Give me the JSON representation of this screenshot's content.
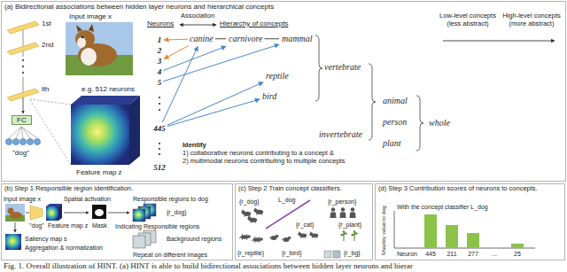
{
  "diagram": {
    "caption": "Fig. 1. Overall illustration of HINT. (a) HINT is able to build bidirectional associations between hidden layer neurons and hierar",
    "nodes": [
      {
        "text": [
          "(a) Bidirectional associations between hidden layer neurons and hierarchical concepts"
        ]
      },
      {
        "text": [
          "FC"
        ],
        "in": 0
      },
      {
        "text": [
          "1"
        ],
        "in": 0
      },
      {
        "text": [
          "2"
        ],
        "in": 0
      },
      {
        "text": [
          "3"
        ],
        "in": 0
      },
      {
        "text": [
          "4"
        ],
        "in": 0
      },
      {
        "text": [
          "5"
        ],
        "in": 0
      },
      {
        "text": [
          "445"
        ],
        "in": 0
      },
      {
        "text": [
          "512"
        ],
        "in": 0
      },
      {
        "text": [
          "canine"
        ],
        "in": 0
      },
      {
        "text": [
          "carnivore"
        ],
        "in": 0
      },
      {
        "text": [
          "mammal"
        ],
        "in": 0
      },
      {
        "text": [
          "reptile"
        ],
        "in": 0
      },
      {
        "text": [
          "bird"
        ],
        "in": 0
      },
      {
        "text": [
          "vertebrate"
        ],
        "in": 0
      },
      {
        "text": [
          "invertebrate"
        ],
        "in": 0
      },
      {
        "text": [
          "animal"
        ],
        "in": 0
      },
      {
        "text": [
          "person"
        ],
        "in": 0
      },
      {
        "text": [
          "plant"
        ],
        "in": 0
      },
      {
        "text": [
          "whole"
        ],
        "in": 0
      },
      {
        "text": [
          "(b) Step 1 Responsible region identification."
        ]
      },
      {
        "text": [
          "(c) Step 2 Train concept classifiers."
        ]
      },
      {
        "text": [
          "(d) Step 3 Contribution scores of neurons to concepts."
        ]
      }
    ],
    "edges": [
      {
        "from": 9,
        "to": 10,
        "arrow": "none"
      },
      {
        "from": 10,
        "to": 11,
        "arrow": "none"
      },
      {
        "from": 9,
        "to": 2,
        "arrow": "to"
      },
      {
        "from": 9,
        "to": 4,
        "arrow": "to"
      },
      {
        "from": 5,
        "to": 10,
        "arrow": "to"
      },
      {
        "from": 6,
        "to": 11,
        "arrow": "to"
      },
      {
        "from": 7,
        "to": 9,
        "arrow": "to"
      },
      {
        "from": 7,
        "to": 12,
        "arrow": "to"
      },
      {
        "from": 7,
        "to": 13,
        "arrow": "to"
      }
    ],
    "labels": [
      "Input image x",
      "1st",
      "2nd",
      "lth",
      "\"dog\"",
      "e.g. 512 neurons",
      "Feature map z",
      "Neurons",
      "Association",
      "Hierarchy of concepts",
      "Identify",
      "1) collaborative neurons contributing to a concept &",
      "2) multimodal neurons contributing to multiple concepts",
      "Low-level concepts (less abstract)",
      "High-level concepts (more abstract)",
      "Input image x",
      "\"dog\"",
      "Feature map z",
      "Spatial activation",
      "Mask",
      "Saliency map s",
      "Aggregation & normalization",
      "Indicating Responsible regions",
      "Responsible regions to dog",
      "{r_dog}",
      "Background regions",
      "Repeat on different images",
      "{r_dog}",
      "L_dog",
      "{r_cat}",
      "{r_person}",
      "{r_plant}",
      "{r_reptile}",
      "{r_bird}",
      "{r_bg}",
      "With the concept classifier L_dog",
      "Shapley value to dog",
      "Neuron",
      "445",
      "211",
      "277",
      "...",
      "25"
    ]
  }
}
